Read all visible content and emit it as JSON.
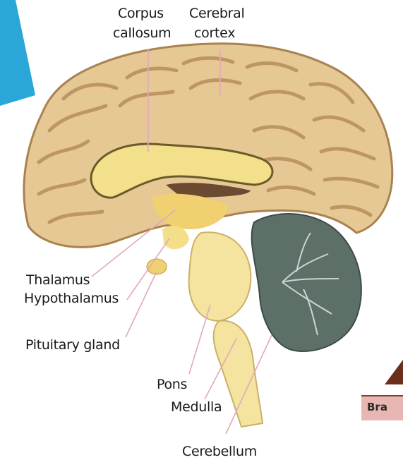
{
  "labels": {
    "corpus_callosum_1": "Corpus",
    "corpus_callosum_2": "callosum",
    "cerebral_cortex_1": "Cerebral",
    "cerebral_cortex_2": "cortex",
    "thalamus": "Thalamus",
    "hypothalamus": "Hypothalamus",
    "pituitary_gland": "Pituitary gland",
    "pons": "Pons",
    "medulla": "Medulla",
    "cerebellum": "Cerebellum"
  },
  "edge_tab": {
    "text": "Bra"
  },
  "colors": {
    "cortex": "#e6c894",
    "cortex_fold": "#b88e5c",
    "corpus_callosum": "#f2e08a",
    "brainstem": "#f4e4a0",
    "cerebellum": "#5c7068",
    "edge_triangle": "#2aa7d8",
    "leader_line": "#e3a8b8"
  }
}
